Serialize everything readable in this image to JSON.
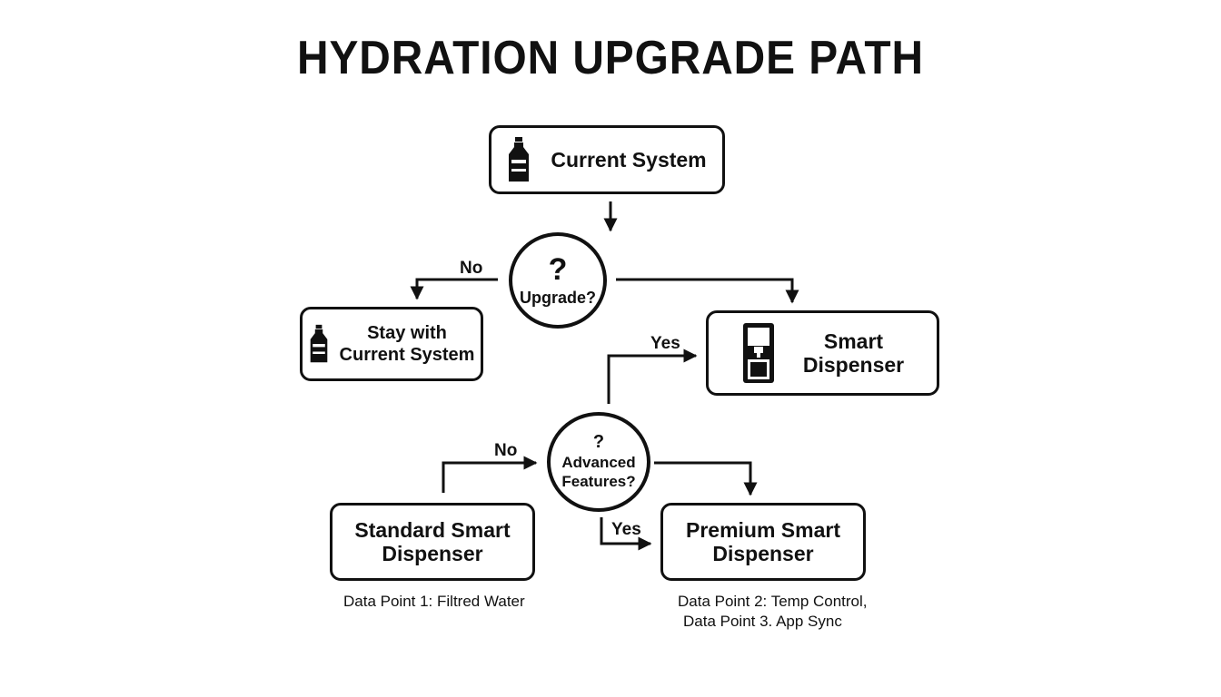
{
  "title": "HYDRATION UPGRADE PATH",
  "nodes": {
    "current_system": {
      "label": "Current System",
      "icon": "water-bottle-icon"
    },
    "upgrade_decision": {
      "symbol": "?",
      "label": "Upgrade?"
    },
    "stay_current": {
      "line1": "Stay with",
      "line2": "Current System",
      "icon": "water-bottle-icon"
    },
    "smart_dispenser": {
      "line1": "Smart",
      "line2": "Dispenser",
      "icon": "water-dispenser-icon"
    },
    "advanced_decision": {
      "symbol": "?",
      "line1": "Advanced",
      "line2": "Features?"
    },
    "standard_smart": {
      "line1": "Standard Smart",
      "line2": "Dispenser"
    },
    "premium_smart": {
      "line1": "Premium Smart",
      "line2": "Dispenser"
    }
  },
  "edges": {
    "upgrade_no": "No",
    "upgrade_yes": "Yes",
    "advanced_no": "No",
    "advanced_yes": "Yes"
  },
  "notes": {
    "standard": "Data Point 1: Filtred Water",
    "premium_line1": "Data Point 2: Temp Control,",
    "premium_line2": "Data Point 3. App Sync"
  }
}
